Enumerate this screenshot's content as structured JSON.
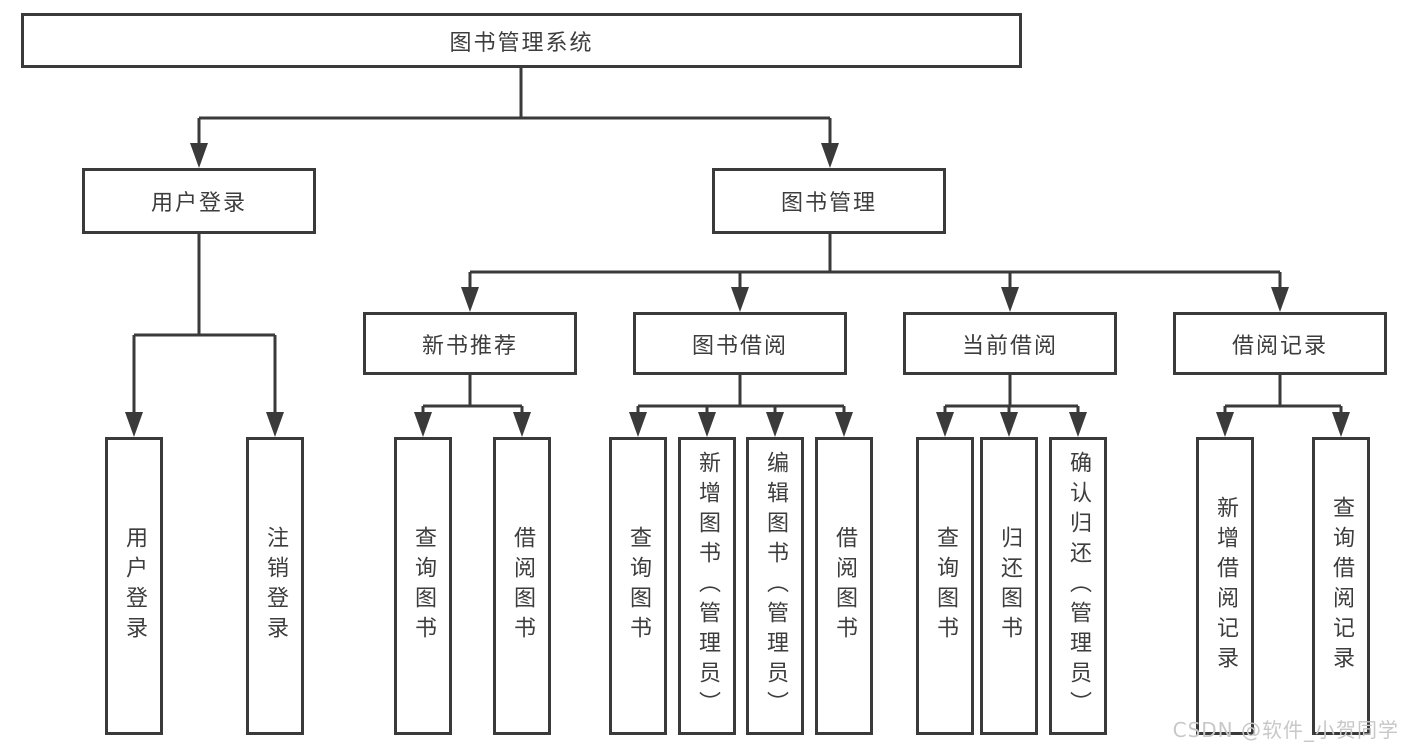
{
  "diagram": {
    "root": {
      "label": "图书管理系统"
    },
    "branches": [
      {
        "label": "用户登录",
        "children": [
          {
            "label": "用户登录"
          },
          {
            "label": "注销登录"
          }
        ]
      },
      {
        "label": "图书管理",
        "children": [
          {
            "label": "新书推荐",
            "children": [
              {
                "label": "查询图书"
              },
              {
                "label": "借阅图书"
              }
            ]
          },
          {
            "label": "图书借阅",
            "children": [
              {
                "label": "查询图书"
              },
              {
                "label": "新增图书（管理员）"
              },
              {
                "label": "编辑图书（管理员）"
              },
              {
                "label": "借阅图书"
              }
            ]
          },
          {
            "label": "当前借阅",
            "children": [
              {
                "label": "查询图书"
              },
              {
                "label": "归还图书"
              },
              {
                "label": "确认归还（管理员）"
              }
            ]
          },
          {
            "label": "借阅记录",
            "children": [
              {
                "label": "新增借阅记录"
              },
              {
                "label": "查询借阅记录"
              }
            ]
          }
        ]
      }
    ]
  },
  "watermark": {
    "text": "CSDN @软件_小贺同学"
  },
  "colors": {
    "line": "#3a3a3a",
    "text": "#3d3d3d",
    "watermark": "#c8c8c8",
    "background": "#ffffff"
  }
}
